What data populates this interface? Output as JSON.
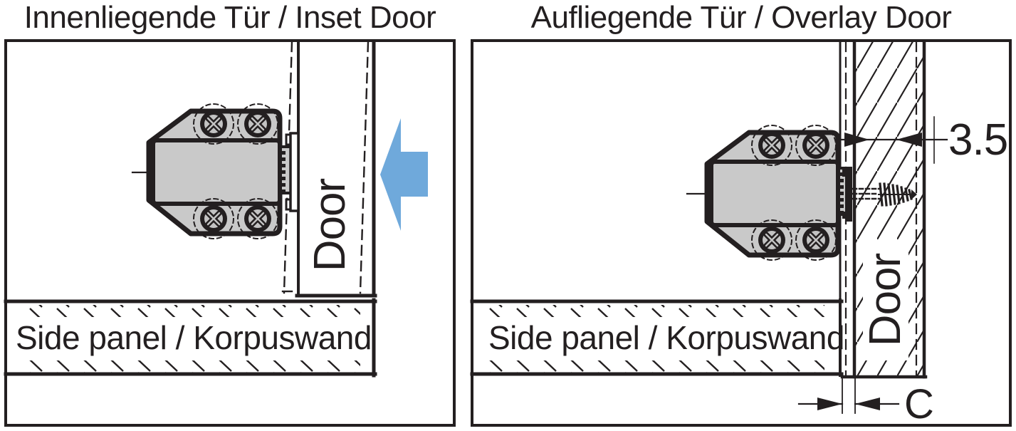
{
  "titles": {
    "left": "Innenliegende Tür / Inset Door",
    "right": "Aufliegende Tür / Overlay Door"
  },
  "inset_diagram": {
    "door_label": "Door",
    "side_panel_label": "Side panel / Korpuswand",
    "push_arrow": "left-pointing push arrow"
  },
  "overlay_diagram": {
    "door_label": "Door",
    "side_panel_label": "Side panel / Korpuswand",
    "strike_plate_thickness_dim": "3.5",
    "gap_dim": "C"
  },
  "colors": {
    "line": "#231f20",
    "latch_fill": "#c9c9c9",
    "screw_gray": "#c3c3c3",
    "arrow_blue": "#6fa9db",
    "background": "#ffffff"
  }
}
